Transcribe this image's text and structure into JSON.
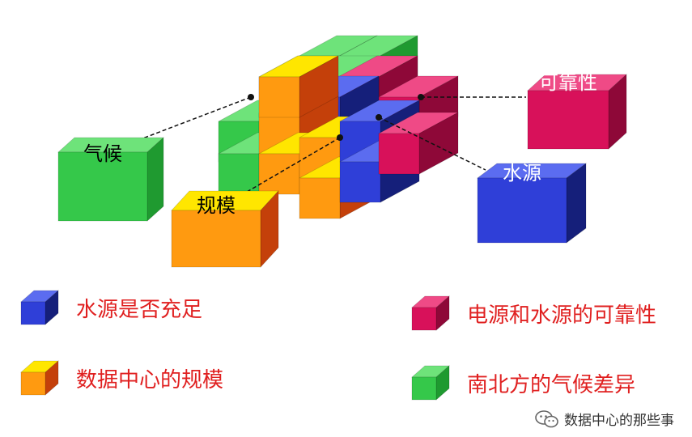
{
  "colors": {
    "green": {
      "front": "#35c84a",
      "right": "#1f9a30",
      "top": "#6ee37a"
    },
    "blue": {
      "front": "#2f3fd8",
      "right": "#151f7a",
      "top": "#5b6cf0"
    },
    "red": {
      "front": "#d8115a",
      "right": "#8e0838",
      "top": "#ef4a86"
    },
    "orange": {
      "front": "#ff9a10",
      "right": "#c4400a",
      "top": "#ffe600"
    },
    "connector": "#111111",
    "legend_text": "#e02020"
  },
  "cards": {
    "climate": "气候",
    "scale": "规模",
    "reliability": "可靠性",
    "water": "水源"
  },
  "legend": {
    "water": "水源是否充足",
    "scale": "数据中心的规模",
    "reliability": "电源和水源的可靠性",
    "climate": "南北方的气候差异"
  },
  "watermark": "数据中心的那些事"
}
